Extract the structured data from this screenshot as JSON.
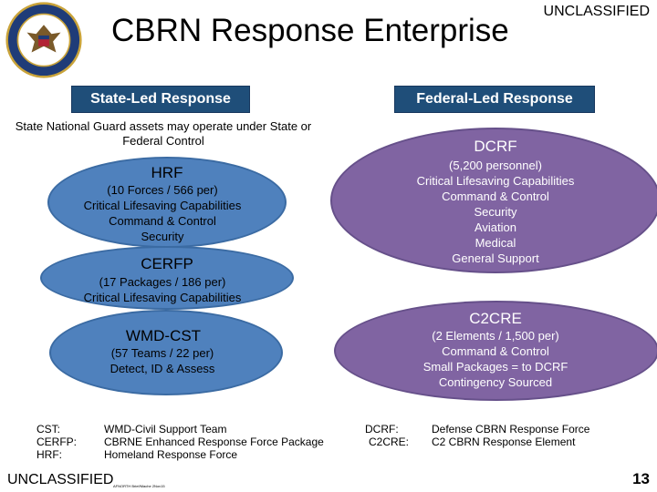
{
  "classification": "UNCLASSIFIED",
  "title": "CBRN Response Enterprise",
  "seal": {
    "icon": "department-of-defense-seal"
  },
  "columns": {
    "state_label": "State-Led Response",
    "federal_label": "Federal-Led Response"
  },
  "state_note": "State National Guard assets may operate under State or Federal Control",
  "hrf": {
    "name": "HRF",
    "lines": [
      "(10 Forces / 566 per)",
      "Critical Lifesaving Capabilities",
      "Command & Control",
      "Security"
    ]
  },
  "cerfp": {
    "name": "CERFP",
    "lines": [
      "(17 Packages / 186 per)",
      "Critical Lifesaving Capabilities"
    ]
  },
  "wmd_cst": {
    "name": "WMD-CST",
    "lines": [
      "(57 Teams / 22 per)",
      "Detect, ID & Assess"
    ]
  },
  "dcrf": {
    "name": "DCRF",
    "lines": [
      "(5,200 personnel)",
      "Critical Lifesaving Capabilities",
      "Command & Control",
      "Security",
      "Aviation",
      "Medical",
      "General Support"
    ]
  },
  "c2cre": {
    "name": "C2CRE",
    "lines": [
      "(2 Elements / 1,500 per)",
      "Command & Control",
      "Small Packages = to DCRF",
      "Contingency Sourced"
    ]
  },
  "legend_left": {
    "abbr": [
      "CST:",
      "CERFP:",
      "HRF:"
    ],
    "defs": [
      "WMD-Civil Support Team",
      "CBRNE Enhanced Response Force Package",
      "Homeland Response Force"
    ]
  },
  "legend_right": {
    "abbr": [
      "DCRF:",
      "C2CRE:"
    ],
    "defs": [
      "Defense CBRN Response Force",
      "C2 CBRN Response Element"
    ]
  },
  "footnote": "AFNORTH Brief/Mache 2Nov15",
  "page_number": "13",
  "colors": {
    "header_blue": "#1f4e79",
    "state_ellipse": "#4f81bd",
    "federal_ellipse": "#8064a2"
  }
}
